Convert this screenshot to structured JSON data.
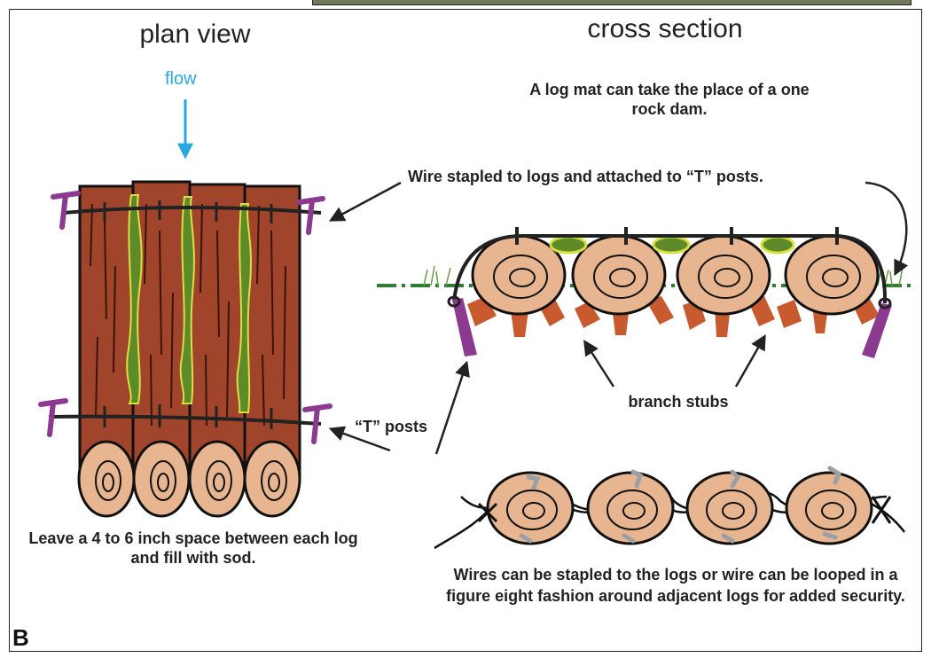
{
  "titles": {
    "plan_view": "plan view",
    "cross_section": "cross section"
  },
  "labels": {
    "flow": "flow",
    "log_mat_note": "A log mat can take the place of a one rock dam.",
    "wire_note": "Wire stapled to logs and attached to “T” posts.",
    "t_posts": "“T” posts",
    "branch_stubs": "branch stubs",
    "spacing_note": "Leave a 4 to 6 inch space between each log and fill with sod.",
    "figure_eight_note": "Wires can be stapled to the logs or wire can be looped in a figure eight fashion around adjacent logs for added security.",
    "panel": "B"
  },
  "colors": {
    "log_bark": "#a0452c",
    "log_end": "#e7b58f",
    "sod": "#5f8a2a",
    "sod_edge": "#d8e040",
    "t_post": "#8b3a8f",
    "flow_arrow": "#29a8e0",
    "ground_line": "#2e7d32",
    "branch_stub": "#c85a30",
    "staple": "#9aa0a6"
  }
}
